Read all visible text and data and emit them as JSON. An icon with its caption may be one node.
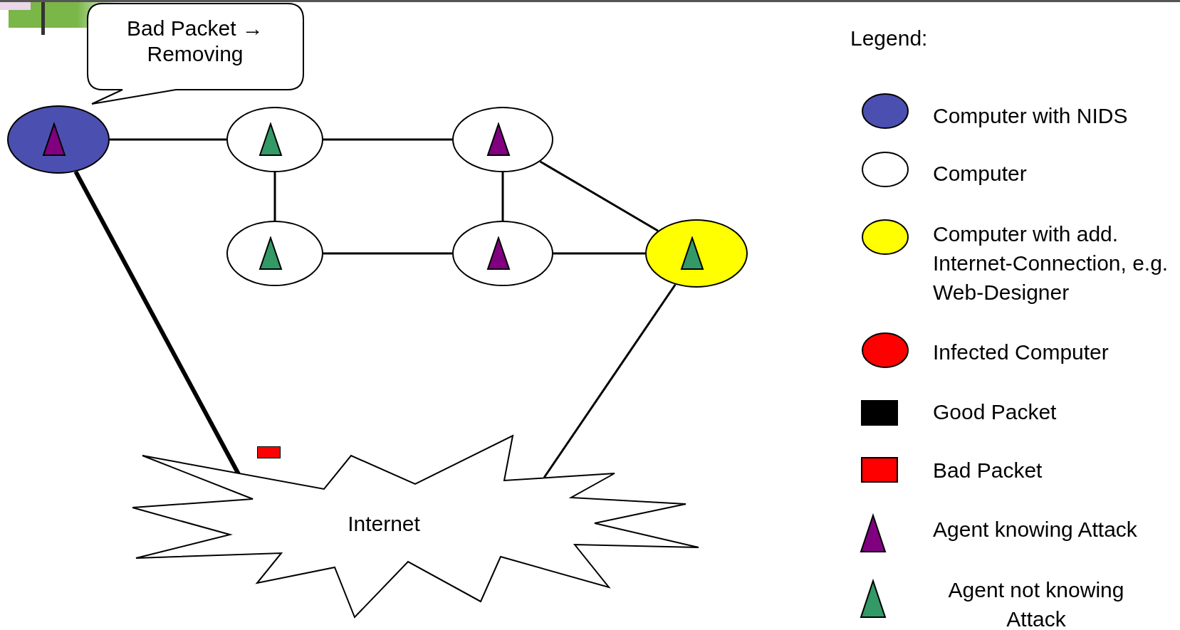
{
  "diagram": {
    "nodes": [
      {
        "text": [
          "Bad Packet → Removing"
        ]
      },
      {
        "text": [],
        "shape": "circle"
      },
      {
        "text": [],
        "shape": "circle"
      },
      {
        "text": [],
        "shape": "circle"
      },
      {
        "text": [],
        "shape": "circle"
      },
      {
        "text": [],
        "shape": "circle"
      },
      {
        "text": [],
        "shape": "circle"
      },
      {
        "text": [],
        "shape": "box"
      },
      {
        "text": [
          "Internet"
        ]
      }
    ],
    "edges": [
      {
        "from": 1,
        "to": 2,
        "arrow": "none"
      },
      {
        "from": 2,
        "to": 3,
        "arrow": "none"
      },
      {
        "from": 2,
        "to": 4,
        "arrow": "none"
      },
      {
        "from": 3,
        "to": 5,
        "arrow": "none"
      },
      {
        "from": 4,
        "to": 5,
        "arrow": "none"
      },
      {
        "from": 5,
        "to": 6,
        "arrow": "none"
      },
      {
        "from": 3,
        "to": 6,
        "arrow": "none"
      },
      {
        "from": 1,
        "to": 8,
        "arrow": "none",
        "style": "thick"
      },
      {
        "from": 6,
        "to": 8,
        "arrow": "none"
      }
    ],
    "labels": [
      "Legend:"
    ],
    "legend": [
      {
        "text": "Computer with NIDS",
        "color": "#4b4fb0"
      },
      {
        "text": "Computer",
        "color": "#ffffff"
      },
      {
        "text": "Computer with add. Internet-Connection, e.g. Web-Designer",
        "color": "#ffff00"
      },
      {
        "text": "Infected Computer",
        "color": "#ff0000"
      },
      {
        "text": "Good Packet",
        "color": "#000000"
      },
      {
        "text": "Bad Packet",
        "color": "#ff0000"
      },
      {
        "text": "Agent knowing Attack",
        "color": "#800080"
      },
      {
        "text": "Agent not knowing Attack",
        "color": "#339966"
      }
    ]
  }
}
